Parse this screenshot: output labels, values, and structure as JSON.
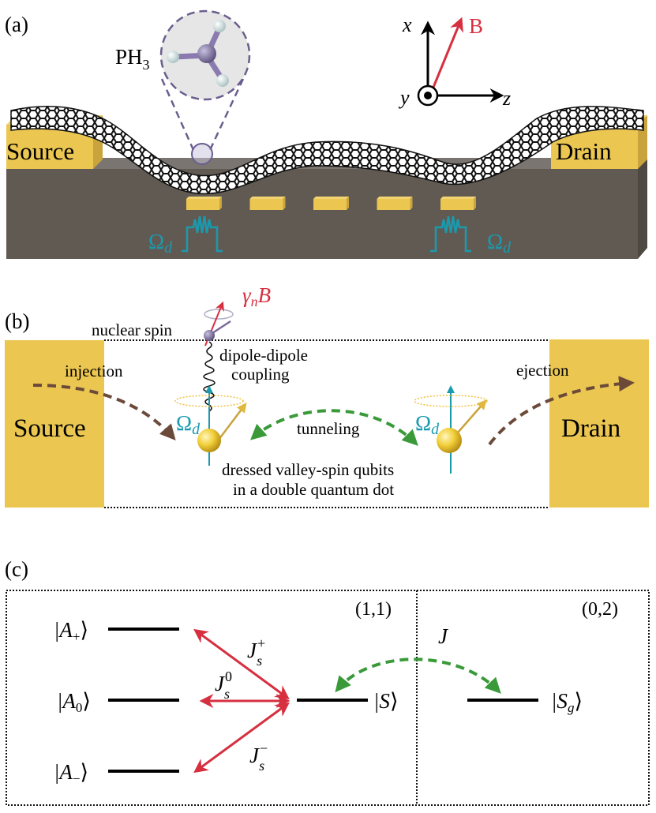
{
  "panel_a": {
    "label": "(a)",
    "molecule": {
      "name_main": "PH",
      "name_sub": "3"
    },
    "axes": {
      "x": "x",
      "y": "y",
      "z": "z",
      "field": "B"
    },
    "source_label": "Source",
    "drain_label": "Drain",
    "drive_left": {
      "main": "Ω",
      "sub": "d"
    },
    "drive_right": {
      "main": "Ω",
      "sub": "d"
    },
    "gate_count": 5
  },
  "panel_b": {
    "label": "(b)",
    "source_label": "Source",
    "drain_label": "Drain",
    "nuclear_spin": "nuclear spin",
    "larmor": {
      "main": "γ",
      "sub": "n",
      "tail": "B"
    },
    "coupling_line1": "dipole-dipole",
    "coupling_line2": "coupling",
    "injection": "injection",
    "ejection": "ejection",
    "tunneling": "tunneling",
    "drive_left": {
      "main": "Ω",
      "sub": "d"
    },
    "drive_right": {
      "main": "Ω",
      "sub": "d"
    },
    "caption_line1": "dressed valley-spin qubits",
    "caption_line2": "in a double quantum dot"
  },
  "panel_c": {
    "label": "(c)",
    "region_left": "(1,1)",
    "region_right": "(0,2)",
    "states": [
      {
        "pre": "|A",
        "sub": "+",
        "post": "⟩"
      },
      {
        "pre": "|A",
        "sub": "0",
        "post": "⟩"
      },
      {
        "pre": "|A",
        "sub": "−",
        "post": "⟩"
      }
    ],
    "singlet": {
      "pre": "|S",
      "post": "⟩"
    },
    "singlet_g": {
      "pre": "|S",
      "sub": "g",
      "post": "⟩"
    },
    "couplings": [
      {
        "main": "J",
        "sub": "s",
        "sup": "+"
      },
      {
        "main": "J",
        "sub": "s",
        "sup": "0"
      },
      {
        "main": "J",
        "sub": "s",
        "sup": "−"
      }
    ],
    "tunnel_coupling": "J"
  },
  "colors": {
    "gold": "#ebc651",
    "gold_dark": "#c9a43c",
    "substrate_top": "#7a7570",
    "substrate": "#615a53",
    "substrate_side": "#4e4843",
    "field_red": "#d63040",
    "drive_cyan": "#1a9aae",
    "tunnel_green": "#3a9a3a",
    "transport_brown": "#6b4a3a",
    "molecule_purple": "#7a6a9a"
  }
}
